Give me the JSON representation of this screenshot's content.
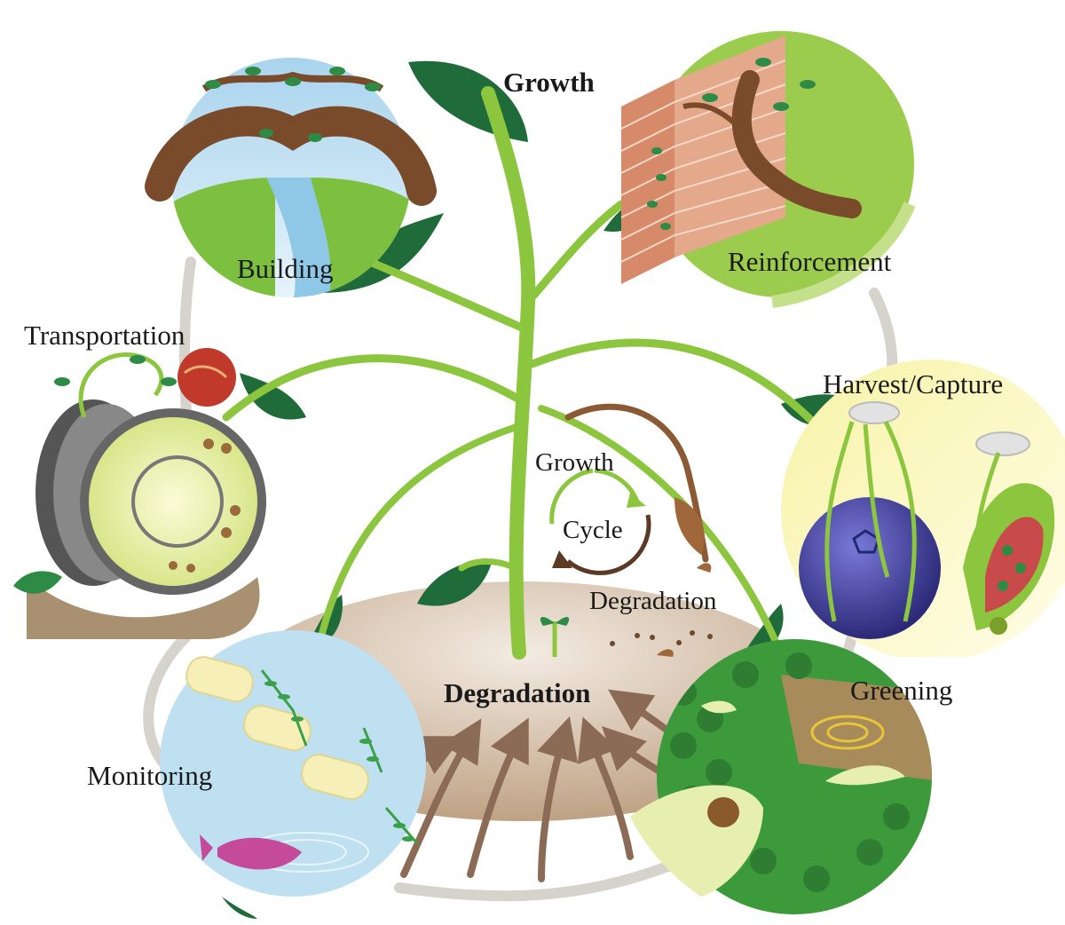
{
  "labels": {
    "growth_top": "Growth",
    "building": "Building",
    "reinforcement": "Reinforcement",
    "transportation": "Transportation",
    "harvest": "Harvest/Capture",
    "monitoring": "Monitoring",
    "greening": "Greening",
    "degradation_main": "Degradation"
  },
  "cycle": {
    "growth": "Growth",
    "cycle": "Cycle",
    "degradation": "Degradation"
  },
  "colors": {
    "stem": "#8cc63f",
    "leaf_dark": "#1f6b3a",
    "leaf_mid": "#2e8b46",
    "soil": "#d9c4ad",
    "arrow": "#8b6b55",
    "ring": "#d6d2cc",
    "sky": "#bfe0f0",
    "grass": "#7dbf3f"
  }
}
